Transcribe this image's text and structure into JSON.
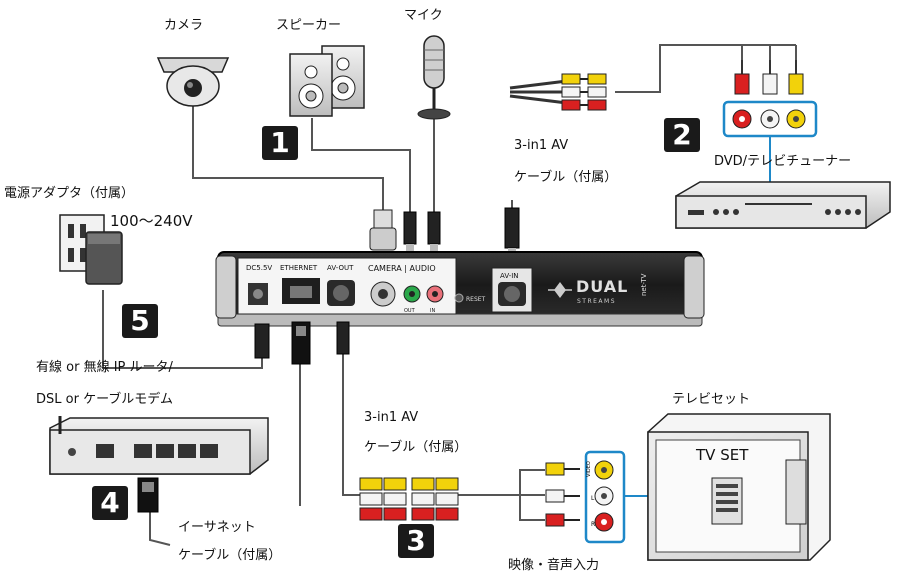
{
  "labels": {
    "camera": "カメラ",
    "speaker": "スピーカー",
    "mic": "マイク",
    "av_cable_top_1": "3-in1 AV",
    "av_cable_top_2": "ケーブル（付属）",
    "dvd": "DVD/テレビチューナー",
    "power_adapter": "電源アダプタ（付属）",
    "voltage": "100～240V",
    "router_1": "有線 or 無線 IP ルータ/",
    "router_2": "DSL or ケーブルモデム",
    "av_cable_bottom_1": "3-in1 AV",
    "av_cable_bottom_2": "ケーブル（付属）",
    "tv_set_label": "テレビセット",
    "tv_set_screen": "TV SET",
    "ethernet_1": "イーサネット",
    "ethernet_2": "ケーブル（付属）",
    "av_input": "映像・音声入力"
  },
  "badges": {
    "b1": "1",
    "b2": "2",
    "b3": "3",
    "b4": "4",
    "b5": "5"
  },
  "device_panel": {
    "dc": "DC5.5V",
    "ethernet": "ETHERNET",
    "av_out": "AV-OUT",
    "camera_audio": "CAMERA | AUDIO",
    "out": "OUT",
    "in": "IN",
    "reset": "RESET",
    "av_in": "AV-IN",
    "brand": "DUAL",
    "brand_sub": "STREAMS",
    "model": "net-TV"
  },
  "tv_jacks": {
    "video": "VIDEO",
    "left": "L",
    "right": "R"
  },
  "colors": {
    "yellow": "#f2d20b",
    "white": "#f4f4f4",
    "red": "#d92020",
    "green": "#2aa84a",
    "pink": "#e9707a",
    "blue_jack": "#1e88c8"
  }
}
